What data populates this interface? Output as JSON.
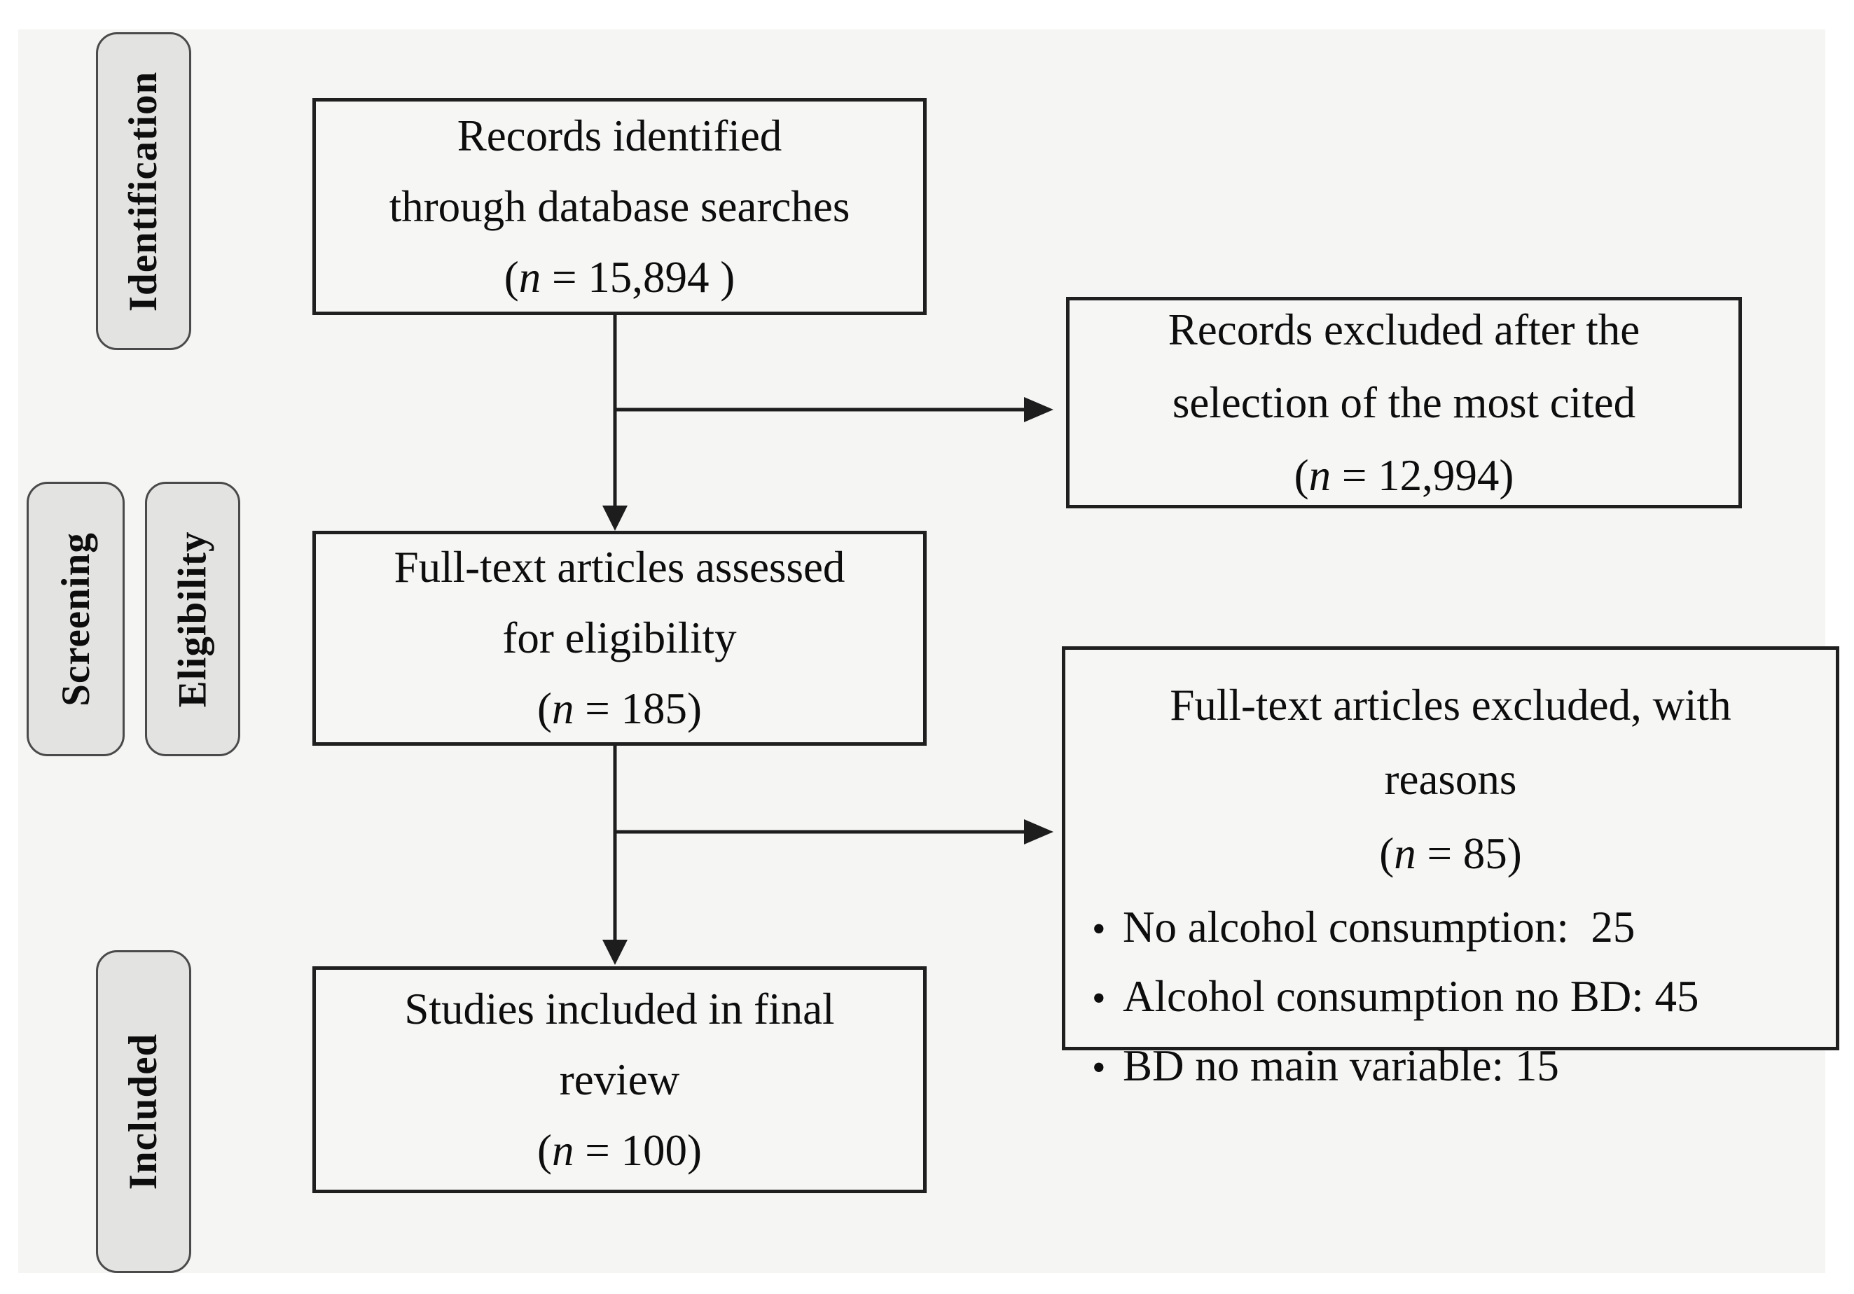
{
  "colors": {
    "panel-bg": "#f5f5f4",
    "page-bg": "#ffffff",
    "box-border": "#1f1f1f",
    "box-fill": "#f6f6f5",
    "tab-fill": "#e3e3e2",
    "tab-border": "#4a4a4a",
    "text": "#0d0d0d",
    "arrow": "#1d1d1d"
  },
  "diagram": {
    "stages": [
      {
        "label": "Identification"
      },
      {
        "label": "Screening"
      },
      {
        "label": "Eligibility"
      },
      {
        "label": "Included"
      }
    ],
    "boxes": {
      "records_identified": {
        "lines": [
          "Records identified",
          "through database searches"
        ],
        "n": {
          "open": "(",
          "var": "n",
          "rest": " = 15,894 )"
        }
      },
      "records_excluded": {
        "lines": [
          "Records excluded after the",
          "selection of the most cited"
        ],
        "n": {
          "open": "(",
          "var": "n",
          "rest": " = 12,994)"
        }
      },
      "fulltext_assessed": {
        "lines": [
          "Full-text articles assessed",
          "for eligibility"
        ],
        "n": {
          "open": "(",
          "var": "n",
          "rest": " = 185)"
        }
      },
      "fulltext_excluded": {
        "lines": [
          "Full-text articles excluded, with",
          "reasons"
        ],
        "n": {
          "open": "(",
          "var": "n",
          "rest": " = 85)"
        },
        "reasons": [
          {
            "marker": "•",
            "text": "No alcohol consumption:  25"
          },
          {
            "marker": "•",
            "text": "Alcohol consumption no BD: 45"
          },
          {
            "marker": "•",
            "text": "BD no main variable: 15"
          }
        ]
      },
      "studies_included": {
        "lines": [
          "Studies included in final",
          "review"
        ],
        "n": {
          "open": "(",
          "var": "n",
          "rest": " = 100)"
        }
      }
    }
  }
}
